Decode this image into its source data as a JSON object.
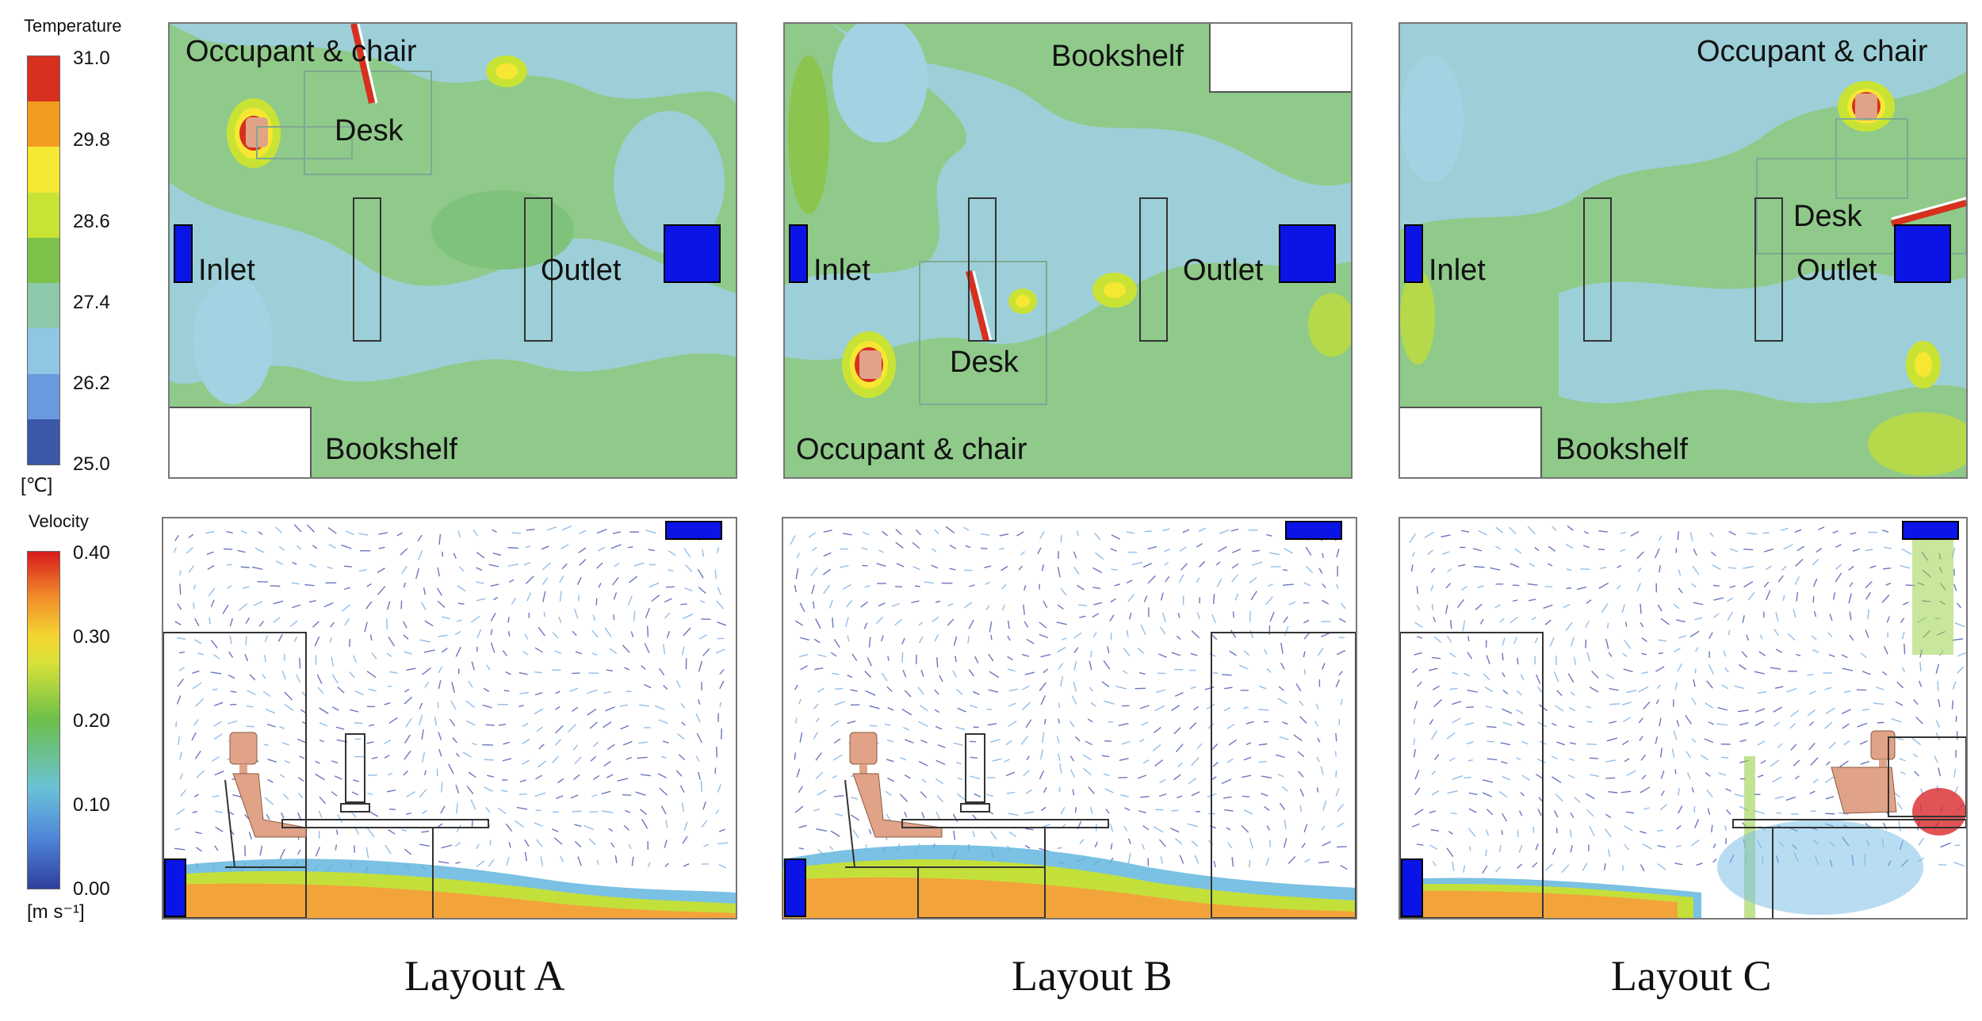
{
  "temperature_legend": {
    "title": "Temperature",
    "unit": "[℃]",
    "ticks": [
      "31.0",
      "29.8",
      "28.6",
      "27.4",
      "26.2",
      "25.0"
    ],
    "colors": [
      "#d7301f",
      "#f29b1f",
      "#f6e733",
      "#c9e335",
      "#7cc24a",
      "#8cc9aa",
      "#8fc6e3",
      "#6b99de",
      "#3b57a8"
    ]
  },
  "velocity_legend": {
    "title": "Velocity",
    "unit": "[m s⁻¹]",
    "ticks": [
      "0.40",
      "0.30",
      "0.20",
      "0.10",
      "0.00"
    ]
  },
  "labels": {
    "occupant_chair": "Occupant & chair",
    "desk": "Desk",
    "inlet": "Inlet",
    "outlet": "Outlet",
    "bookshelf": "Bookshelf"
  },
  "layouts": [
    "Layout A",
    "Layout B",
    "Layout C"
  ],
  "colors": {
    "inlet_outlet": "#0a14e6",
    "temp_background": "#8fca8a",
    "cool_zone": "#9dcfd8",
    "hot_spot": "#d7301f"
  }
}
